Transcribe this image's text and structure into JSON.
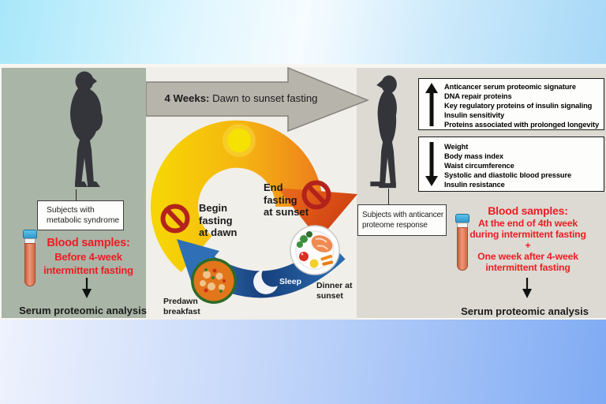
{
  "colors": {
    "left_panel_bg": "#a9b5a6",
    "middle_panel_bg": "#f1efe9",
    "right_panel_bg": "#dcdad2",
    "red_text": "#ed1c24",
    "ring_yellow": "#f6d405",
    "ring_orange": "#e9671a",
    "sleep_arrow_blue": "#1d4f8f",
    "prohibition_red": "#b3231b",
    "duration_arrow_gray": "#b7b4ac"
  },
  "left_panel": {
    "subject_line1": "Subjects with",
    "subject_line2": "metabolic syndrome",
    "blood_title": "Blood samples:",
    "blood_line1": "Before 4-week",
    "blood_line2": "intermittent fasting",
    "analysis_label": "Serum proteomic analysis"
  },
  "middle_panel": {
    "duration_bold": "4 Weeks:",
    "duration_rest": " Dawn to sunset fasting",
    "begin_line1": "Begin",
    "begin_line2": "fasting",
    "begin_line3": "at dawn",
    "end_line1": "End",
    "end_line2": "fasting",
    "end_line3": "at sunset",
    "sleep_label": "Sleep",
    "breakfast_line1": "Predawn",
    "breakfast_line2": "breakfast",
    "dinner_line1": "Dinner at",
    "dinner_line2": "sunset"
  },
  "right_panel": {
    "increase_items": [
      "Anticancer serum proteomic signature",
      "DNA repair proteins",
      "Key regulatory proteins of insulin signaling",
      "Insulin sensitivity",
      "Proteins associated with prolonged longevity"
    ],
    "decrease_items": [
      "Weight",
      "Body mass index",
      "Waist circumference",
      "Systolic and diastolic blood pressure",
      "Insulin resistance"
    ],
    "subject_line1": "Subjects with anticancer",
    "subject_line2": "proteome response",
    "blood_title": "Blood samples:",
    "blood_line1": "At the end of 4th week",
    "blood_line2": "during intermittent fasting",
    "blood_plus": "+",
    "blood_line3": "One week after 4-week",
    "blood_line4": "intermittent fasting",
    "analysis_label": "Serum proteomic analysis"
  }
}
